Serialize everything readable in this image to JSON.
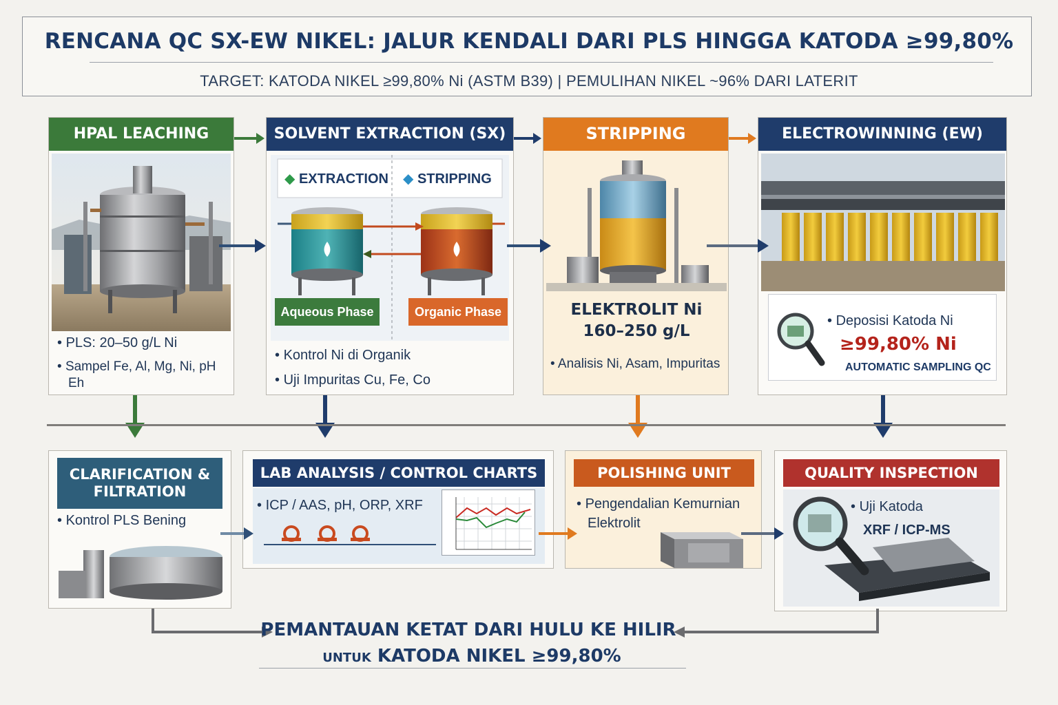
{
  "header": {
    "title": "RENCANA QC SX-EW NIKEL: JALUR KENDALI DARI PLS HINGGA KATODA ≥99,80%",
    "subtitle": "TARGET: KATODA NIKEL ≥99,80% Ni (ASTM B39)  |  PEMULIHAN NIKEL ~96% DARI LATERIT"
  },
  "top_row": [
    {
      "title": "HPAL LEACHING",
      "color": "#3b7a3a",
      "bullets": [
        "PLS: 20–50 g/L Ni",
        "Sampel Fe, Al, Mg, Ni, pH",
        "Eh"
      ]
    },
    {
      "title": "SOLVENT EXTRACTION (SX)",
      "color": "#1f3c6b",
      "tabs": [
        "EXTRACTION",
        "STRIPPING"
      ],
      "phases": [
        "Aqueous Phase",
        "Organic Phase"
      ],
      "bullets": [
        "Kontrol Ni di Organik",
        "Uji Impuritas Cu, Fe, Co"
      ]
    },
    {
      "title": "STRIPPING",
      "color": "#e07a1f",
      "label_line1": "ELEKTROLIT Ni",
      "label_line2": "160–250 g/L",
      "bullets": [
        "Analisis Ni, Asam, Impuritas"
      ]
    },
    {
      "title": "ELECTROWINNING (EW)",
      "color": "#1f3c6b",
      "bullets": [
        "Deposisi Katoda Ni"
      ],
      "highlight": "≥99,80% Ni",
      "note": "AUTOMATIC SAMPLING QC"
    }
  ],
  "bottom_row": [
    {
      "title_line1": "CLARIFICATION &",
      "title_line2": "FILTRATION",
      "color": "#2e5e7a",
      "bullets": [
        "Kontrol PLS Bening"
      ]
    },
    {
      "title": "LAB ANALYSIS / CONTROL CHARTS",
      "color": "#1f3c6b",
      "bullets": [
        "ICP / AAS, pH, ORP, XRF"
      ]
    },
    {
      "title": "POLISHING UNIT",
      "color": "#c95a1e",
      "bullets": [
        "Pengendalian Kemurnian",
        "Elektrolit"
      ]
    },
    {
      "title": "QUALITY INSPECTION",
      "color": "#b0322d",
      "bullets": [
        "Uji Katoda",
        "XRF / ICP-MS"
      ]
    }
  ],
  "footer": {
    "line1": "PEMANTAUAN KETAT DARI HULU KE HILIR",
    "line2_small": "UNTUK",
    "line2": "KATODA NIKEL ≥99,80%"
  }
}
